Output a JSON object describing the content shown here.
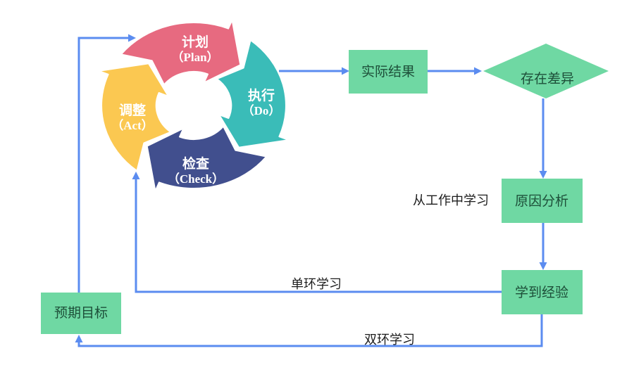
{
  "colors": {
    "plan": "#e76a80",
    "do": "#3abcb8",
    "check": "#414f8e",
    "act": "#fbc851",
    "node_fill": "#6fd8a3",
    "node_text": "#1d4f39",
    "arrow": "#5b8cf0",
    "label_text": "#1c1c1c"
  },
  "pdca": {
    "segments": [
      {
        "id": "plan",
        "zh": "计划",
        "en": "（Plan）"
      },
      {
        "id": "do",
        "zh": "执行",
        "en": "（Do）"
      },
      {
        "id": "check",
        "zh": "检查",
        "en": "（Check）"
      },
      {
        "id": "act",
        "zh": "调整",
        "en": "（Act）"
      }
    ]
  },
  "nodes": {
    "actual_result": "实际结果",
    "gap_exists": "存在差异",
    "cause_analysis": "原因分析",
    "lessons_learned": "学到经验",
    "expected_goal": "预期目标"
  },
  "labels": {
    "learn_from_work": "从工作中学习",
    "single_loop": "单环学习",
    "double_loop": "双环学习"
  }
}
